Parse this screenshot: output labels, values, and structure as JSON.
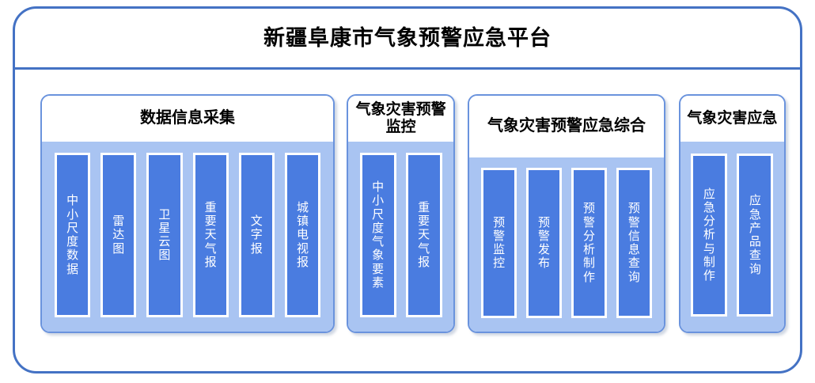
{
  "platform": {
    "title": "新疆阜康市气象预警应急平台"
  },
  "panels": [
    {
      "id": "data-collection",
      "title": "数据信息采集",
      "items": [
        {
          "label": "中小尺度数据"
        },
        {
          "label": "雷达图"
        },
        {
          "label": "卫星云图"
        },
        {
          "label": "重要天气报"
        },
        {
          "label": "文字报"
        },
        {
          "label": "城镇电视报"
        }
      ]
    },
    {
      "id": "disaster-warning-monitor",
      "title": "气象灾害预警监控",
      "items": [
        {
          "label": "中小尺度气象要素"
        },
        {
          "label": "重要天气报"
        }
      ]
    },
    {
      "id": "warning-emergency-integrated",
      "title": "气象灾害预警应急综合",
      "items": [
        {
          "label": "预警监控"
        },
        {
          "label": "预警发布"
        },
        {
          "label": "预警分析制作"
        },
        {
          "label": "预警信息查询"
        }
      ]
    },
    {
      "id": "disaster-emergency",
      "title": "气象灾害应急",
      "items": [
        {
          "label": "应急分析与制作"
        },
        {
          "label": "应急产品查询"
        }
      ]
    }
  ],
  "colors": {
    "frame_border": "#4472C4",
    "panel_border": "#6A93DD",
    "panel_body": "#A9C4F2",
    "block_fill": "#4A7CE0",
    "block_border": "#FFFFFF",
    "title_text": "#000000",
    "block_text": "#FFFFFF"
  }
}
